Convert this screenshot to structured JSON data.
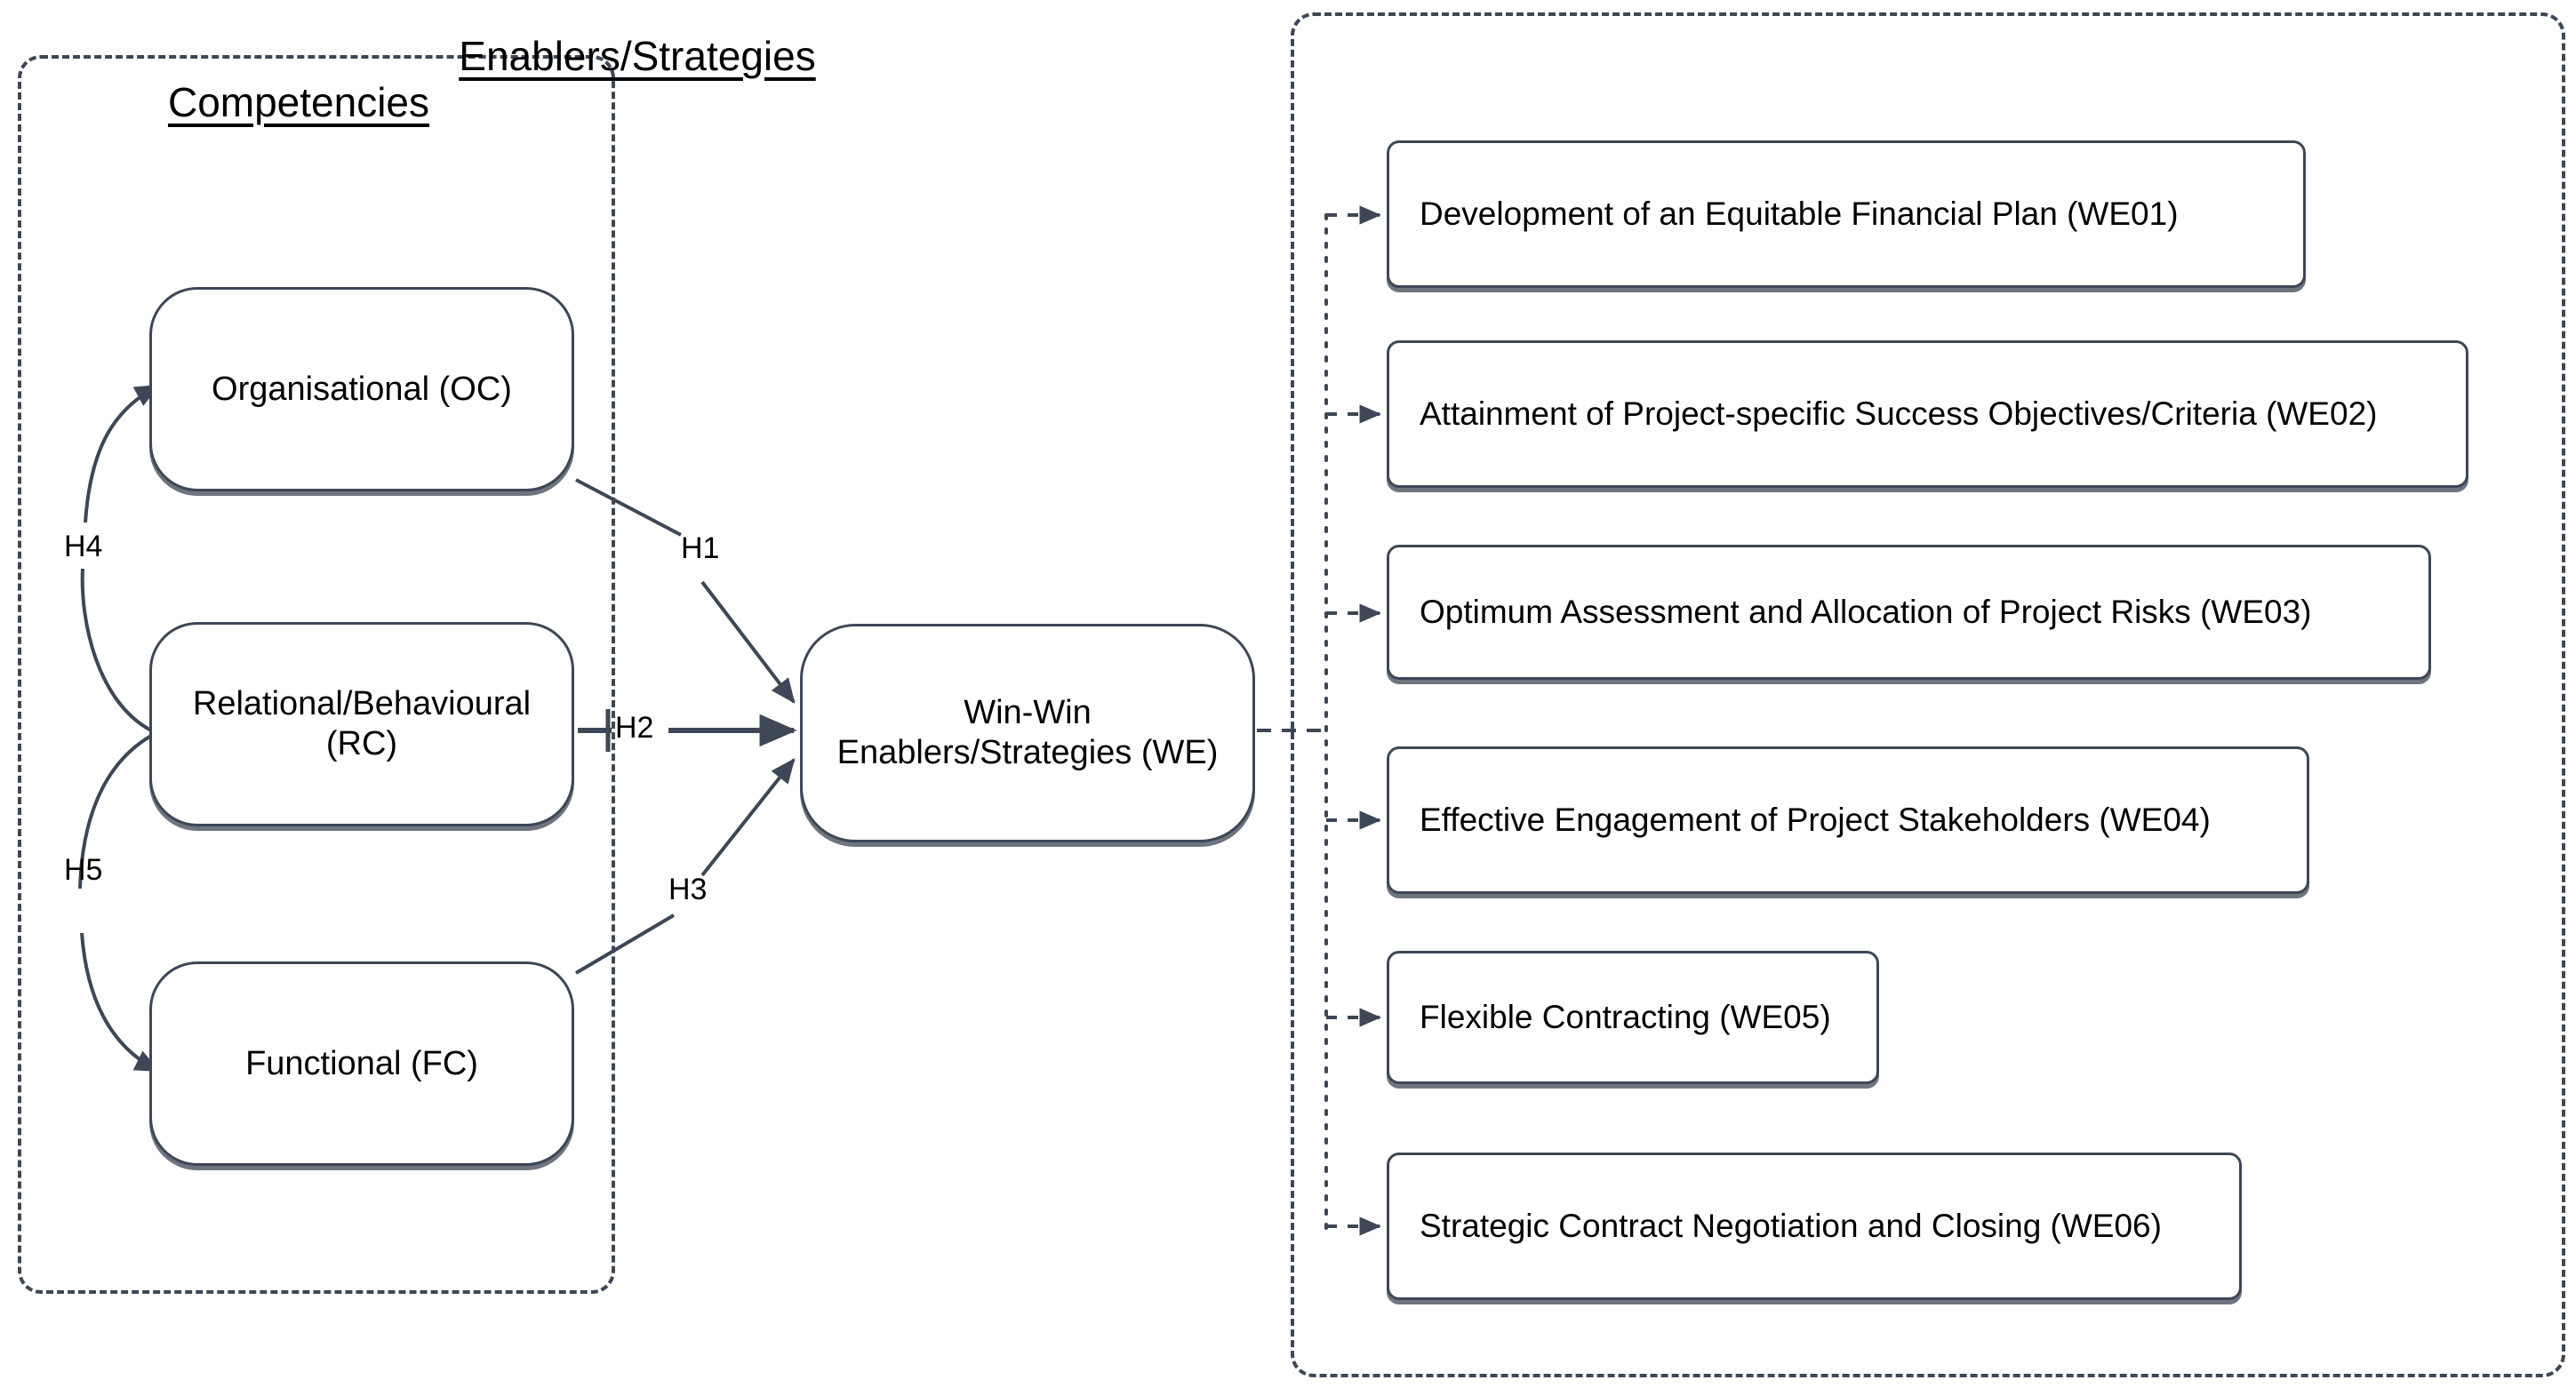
{
  "diagram": {
    "groups": {
      "competencies": {
        "title": "Competencies"
      },
      "enablers": {
        "title": "Enablers/Strategies"
      }
    },
    "nodes": {
      "oc": "Organisational (OC)",
      "rc": "Relational/Behavioural (RC)",
      "fc": "Functional (FC)",
      "we": "Win-Win Enablers/Strategies (WE)",
      "we_line1": "Win-Win",
      "we_line2": "Enablers/Strategies (WE)",
      "rc_line1": "Relational/Behavioural",
      "rc_line2": "(RC)"
    },
    "hypotheses": [
      {
        "id": "H1",
        "label": "H1",
        "from": "Organisational (OC)",
        "to": "Win-Win Enablers/Strategies (WE)"
      },
      {
        "id": "H2",
        "label": "H2",
        "from": "Relational/Behavioural (RC)",
        "to": "Win-Win Enablers/Strategies (WE)"
      },
      {
        "id": "H3",
        "label": "H3",
        "from": "Functional (FC)",
        "to": "Win-Win Enablers/Strategies (WE)"
      },
      {
        "id": "H4",
        "label": "H4",
        "from": "Relational/Behavioural (RC)",
        "to": "Organisational (OC)"
      },
      {
        "id": "H5",
        "label": "H5",
        "from": "Relational/Behavioural (RC)",
        "to": "Functional (FC)"
      }
    ],
    "enablers": [
      {
        "code": "WE01",
        "label": "Development of an Equitable Financial Plan (WE01)"
      },
      {
        "code": "WE02",
        "label": "Attainment of Project-specific Success Objectives/Criteria (WE02)"
      },
      {
        "code": "WE03",
        "label": "Optimum Assessment and Allocation of Project Risks (WE03)"
      },
      {
        "code": "WE04",
        "label": "Effective Engagement of Project Stakeholders (WE04)"
      },
      {
        "code": "WE05",
        "label": "Flexible Contracting (WE05)"
      },
      {
        "code": "WE06",
        "label": "Strategic Contract Negotiation and Closing (WE06)"
      }
    ],
    "colors": {
      "stroke": "#3d4756",
      "text": "#000000",
      "background": "#ffffff"
    }
  }
}
